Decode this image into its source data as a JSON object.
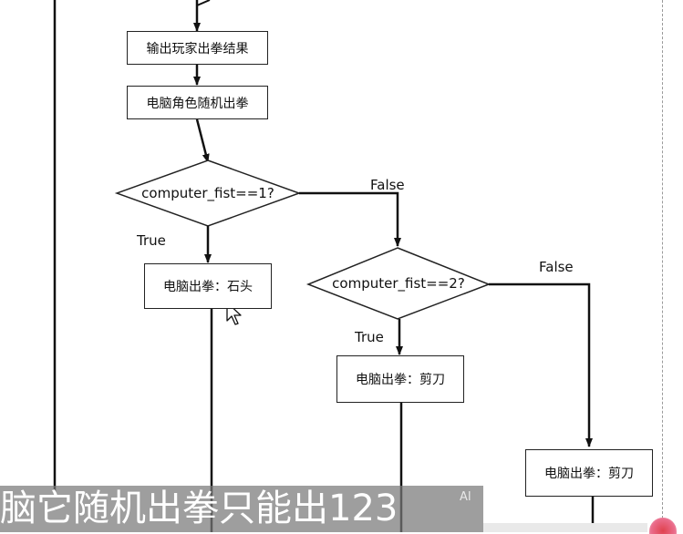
{
  "flowchart": {
    "nodes": {
      "output_player": "输出玩家出拳结果",
      "computer_random": "电脑角色随机出拳",
      "decision1": "computer_fist==1?",
      "rock": "电脑出拳：石头",
      "decision2": "computer_fist==2?",
      "scissors_a": "电脑出拳：剪刀",
      "scissors_b": "电脑出拳：剪刀"
    },
    "edge_labels": {
      "d1_true": "True",
      "d1_false": "False",
      "d2_true": "True",
      "d2_false": "False"
    }
  },
  "subtitle": {
    "text": "脑它随机出拳只能出123",
    "badge": "AI"
  }
}
